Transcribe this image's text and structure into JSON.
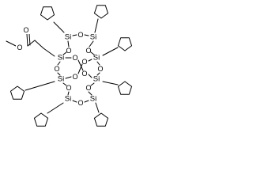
{
  "structure": {
    "atoms": {
      "si": "Si",
      "o": "O",
      "ester_oxygen_single": "O",
      "ester_oxygen_double": "O"
    },
    "silicon_count": 8,
    "cage_oxygen_count": 12,
    "cyclopentyl_ring_count": 7,
    "side_chain": "methyl propanoate",
    "colors": {
      "bond": "#000000",
      "label": "#000000",
      "background": "#ffffff"
    }
  }
}
